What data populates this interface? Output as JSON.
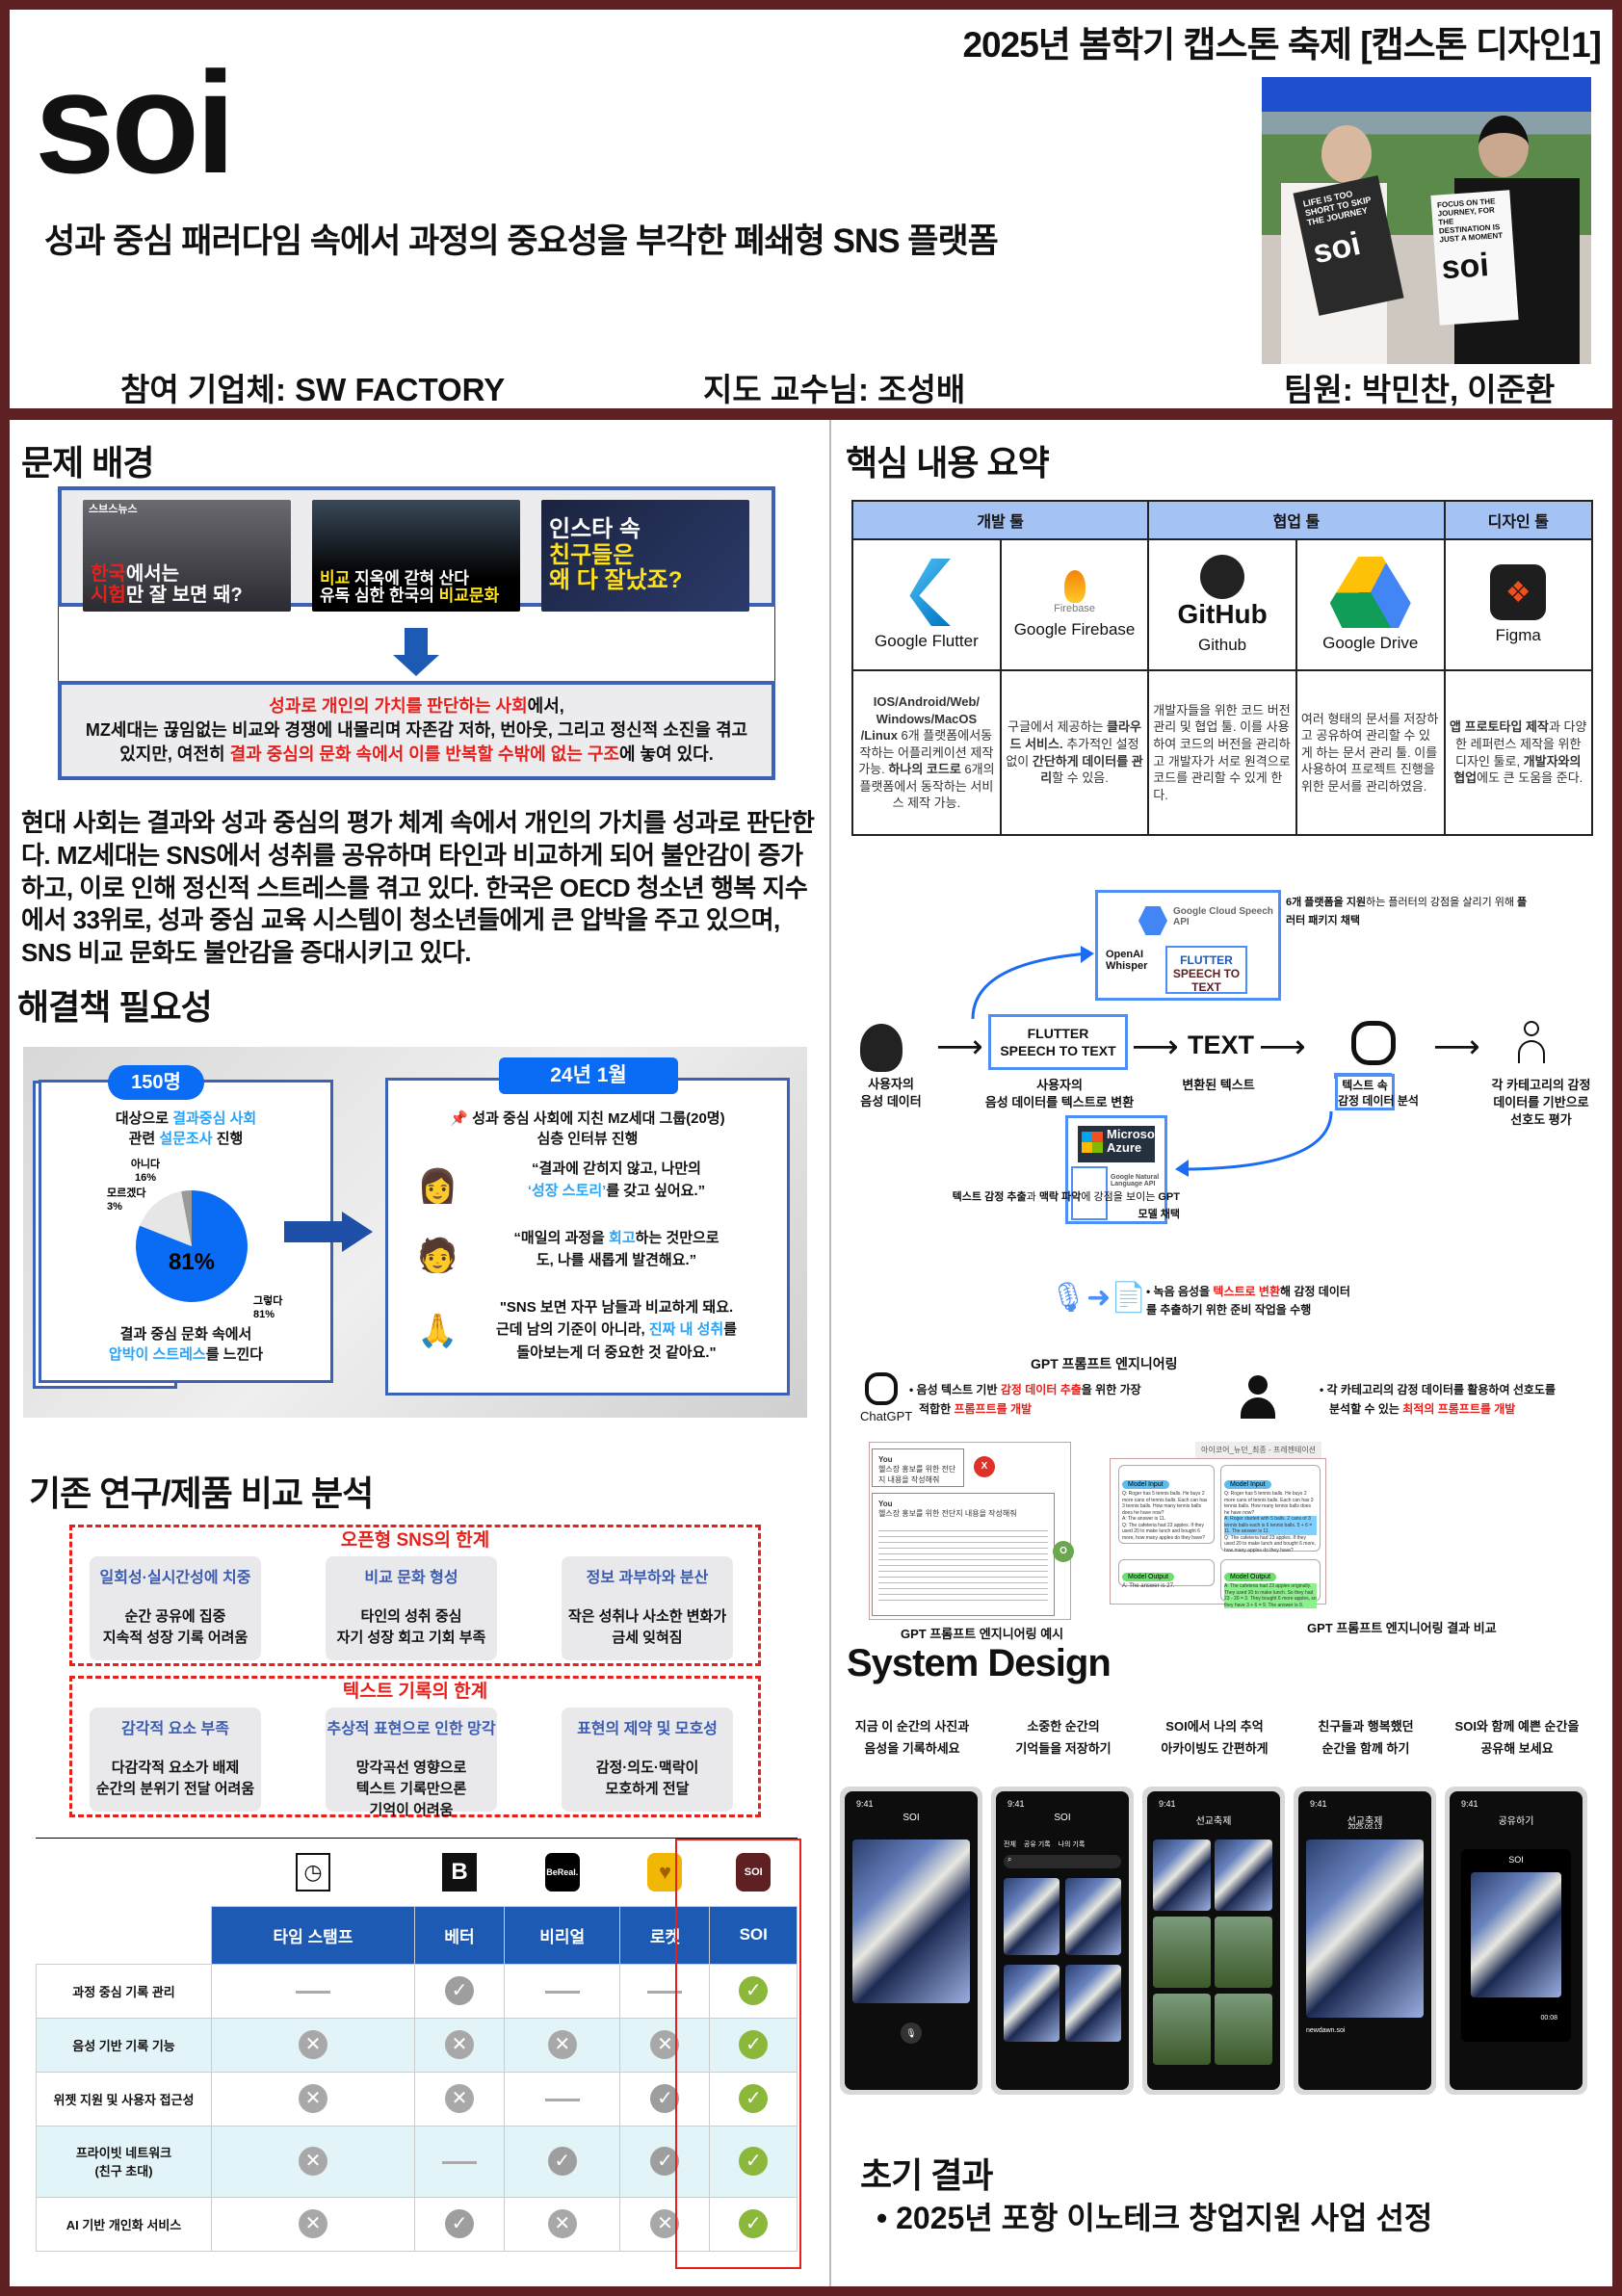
{
  "header": {
    "event": "2025년 봄학기 캡스톤 축제 [캡스톤 디자인1]",
    "logo": "soi",
    "subtitle": "성과 중심 패러다임 속에서 과정의 중요성을 부각한 폐쇄형 SNS 플랫폼",
    "company": "참여 기업체: SW FACTORY",
    "professor": "지도 교수님: 조성배",
    "team": "팀원: 박민찬, 이준환",
    "photo_signs": [
      "LIFE IS TOO SHORT TO SKIP THE JOURNEY",
      "FOCUS ON THE JOURNEY, FOR THE DESTINATION IS JUST A MOMENT"
    ],
    "colors": {
      "frame": "#5e2022",
      "accent_blue": "#1c5ab4",
      "highlight_red": "#e8201c"
    }
  },
  "problem": {
    "title": "문제 배경",
    "thumbnails": [
      {
        "line1": [
          {
            "t": "한국",
            "c": "hl-red"
          },
          {
            "t": "에서는"
          }
        ],
        "line2": [
          {
            "t": "시험",
            "c": "hl-red"
          },
          {
            "t": "만 잘 보면 돼?"
          }
        ],
        "badge": "스브스뉴스"
      },
      {
        "line1": [
          {
            "t": "비교",
            "c": "y"
          },
          {
            "t": " 지옥에 갇혀 산다"
          }
        ],
        "line2": [
          {
            "t": "유독 심한 한국의 "
          },
          {
            "t": "비교문화",
            "c": "y"
          }
        ]
      },
      {
        "line1": [
          {
            "t": "인스타 속"
          }
        ],
        "line2": [
          {
            "t": "친구들은",
            "c": "y"
          }
        ],
        "line3": [
          {
            "t": "왜 다 잘났죠?",
            "c": "y"
          }
        ]
      }
    ],
    "summary_line1": [
      {
        "t": "성과로 개인의 가치를 판단하는 사회",
        "c": "hl-red"
      },
      {
        "t": "에서,"
      }
    ],
    "summary_line2": [
      {
        "t": "MZ세대는 끊임없는 비교와 경쟁에 내몰리며 자존감 저하, 번아웃, 그리고 정신적 소진을 겪고"
      }
    ],
    "summary_line3": [
      {
        "t": "있지만, 여전히 "
      },
      {
        "t": "결과 중심의 문화 속에서 이를 반복할 수밖에 없는 구조",
        "c": "hl-red"
      },
      {
        "t": "에 놓여 있다."
      }
    ],
    "paragraph": "현대 사회는 결과와 성과 중심의 평가 체계 속에서 개인의 가치를 성과로 판단한다. MZ세대는 SNS에서 성취를 공유하며 타인과 비교하게 되어 불안감이 증가하고, 이로 인해 정신적 스트레스를 겪고 있다. 한국은 OECD 청소년 행복 지수에서 33위로, 성과 중심 교육 시스템이 청소년들에게 큰 압박을 주고 있으며, SNS 비교 문화도 불안감을 증대시키고 있다."
  },
  "need": {
    "title": "해결책 필요성",
    "survey": {
      "badge": "150명",
      "desc1": [
        {
          "t": "대상으로 "
        },
        {
          "t": "결과중심 사회",
          "c": "hl-blue"
        }
      ],
      "desc2": [
        {
          "t": "관련 "
        },
        {
          "t": "설문조사",
          "c": "hl-blue"
        },
        {
          "t": " 진행"
        }
      ],
      "foot1": [
        {
          "t": "결과 중심 문화 속에서"
        }
      ],
      "foot2": [
        {
          "t": "압박이 스트레스",
          "c": "hl-blue"
        },
        {
          "t": "를 느낀다"
        }
      ],
      "center_label": "81%"
    },
    "interview": {
      "badge": "24년 1월",
      "head1": "📌 성과 중심 사회에 지친 MZ세대 그룹(20명)",
      "head2": "심층 인터뷰 진행",
      "quotes": [
        {
          "l1": [
            {
              "t": "“결과에 갇히지 않고, 나만의"
            }
          ],
          "l2": [
            {
              "t": "‘성장 스토리’",
              "c": "hl-blue"
            },
            {
              "t": "를 갖고 싶어요.”"
            }
          ]
        },
        {
          "l1": [
            {
              "t": "“매일의 과정을 "
            },
            {
              "t": "회고",
              "c": "hl-blue"
            },
            {
              "t": "하는 것만으로"
            }
          ],
          "l2": [
            {
              "t": "도, 나를 새롭게 발견해요.”"
            }
          ]
        },
        {
          "l1": [
            {
              "t": "\"SNS 보면 자꾸 남들과 비교하게 돼요."
            }
          ],
          "l2": [
            {
              "t": "근데 남의 기준이 아니라, "
            },
            {
              "t": "진짜 내 성취",
              "c": "hl-blue"
            },
            {
              "t": "를"
            }
          ],
          "l3": [
            {
              "t": "돌아보는게 더 중요한 것 같아요.\""
            }
          ]
        }
      ]
    }
  },
  "chart_data": {
    "type": "pie",
    "categories": [
      "그렇다",
      "아니다",
      "모르겠다"
    ],
    "values": [
      81,
      16,
      3
    ],
    "labels": [
      "그렇다 81%",
      "아니다 16%",
      "모르겠다 3%"
    ],
    "colors": [
      "#0a6cf5",
      "#e6e6e6",
      "#9a9a9a"
    ]
  },
  "comparison": {
    "title": "기존 연구/제품 비교 분석",
    "groups": [
      {
        "title": "오픈형 SNS의 한계",
        "cards": [
          {
            "head": "일회성·실시간성에 치중",
            "body": [
              "순간 공유에 집중",
              "지속적 성장 기록 어려움"
            ]
          },
          {
            "head": "비교 문화 형성",
            "body": [
              "타인의 성취 중심",
              "자기 성장 회고 기회 부족"
            ]
          },
          {
            "head": "정보 과부하와 분산",
            "body": [
              "작은 성취나 사소한 변화가",
              "금세 잊혀짐"
            ]
          }
        ]
      },
      {
        "title": "텍스트 기록의 한계",
        "cards": [
          {
            "head": "감각적 요소 부족",
            "body": [
              "다감각적 요소가 배제",
              "순간의 분위기 전달 어려움"
            ]
          },
          {
            "head": "추상적 표현으로 인한 망각",
            "body": [
              "망각곡선 영향으로",
              "텍스트 기록만으론",
              "기억이 어려움"
            ]
          },
          {
            "head": "표현의 제약 및 모호성",
            "body": [
              "감정·의도·맥락이",
              "모호하게 전달"
            ]
          }
        ]
      }
    ],
    "apps": [
      {
        "name": "타임 스탬프",
        "icon": "clock-icon"
      },
      {
        "name": "베터",
        "icon": "b-logo-icon",
        "logo": "B"
      },
      {
        "name": "비리얼",
        "icon": "bereal-logo-icon",
        "logo": "BeReal."
      },
      {
        "name": "로켓",
        "icon": "heart-logo-icon",
        "logo": "♥"
      },
      {
        "name": "SOI",
        "icon": "soi-logo-icon",
        "logo": "SOI"
      }
    ],
    "rows": [
      {
        "feature": "과정 중심 기록 관리",
        "v": [
          "none",
          "check",
          "none",
          "none",
          "check"
        ]
      },
      {
        "feature": "음성 기반 기록 기능",
        "v": [
          "x",
          "x",
          "x",
          "x",
          "check"
        ]
      },
      {
        "feature": "위젯 지원 및 사용자 접근성",
        "v": [
          "x",
          "x",
          "none",
          "check",
          "check"
        ]
      },
      {
        "feature": "프라이빗 네트워크\n(친구 초대)",
        "v": [
          "x",
          "none",
          "check",
          "check",
          "check"
        ]
      },
      {
        "feature": "AI 기반 개인화 서비스",
        "v": [
          "x",
          "check",
          "x",
          "x",
          "check"
        ]
      }
    ]
  },
  "summary": {
    "title": "핵심 내용 요약",
    "groups": [
      "개발 툴",
      "협업 툴",
      "디자인 툴"
    ],
    "tools": [
      {
        "name": "Google Flutter",
        "desc": [
          {
            "t": "IOS/Android/Web/ Windows/MacOS /Linux",
            "c": "hl-b"
          },
          {
            "t": " 6개 플랫폼에서동작하는 어플리케이션 제작 가능. "
          },
          {
            "t": "하나의 코드로",
            "c": "hl-b"
          },
          {
            "t": " 6개의 플랫폼에서 동작하는 서비스 제작 가능."
          }
        ]
      },
      {
        "name": "Google Firebase",
        "logo_text": "Firebase",
        "desc": [
          {
            "t": "구글에서 제공하는 "
          },
          {
            "t": "클라우드 서비스.",
            "c": "hl-b"
          },
          {
            "t": " 추가적인 설정없이 "
          },
          {
            "t": "간단하게 데이터를 관리",
            "c": "hl-b"
          },
          {
            "t": "할 수 있음."
          }
        ]
      },
      {
        "name": "Github",
        "logo_text": "GitHub",
        "desc": [
          {
            "t": "개발자들을 위한 코드 버전 관리 및 협업 툴. 이를 사용하여 코드의 버전을 관리하고 개발자가 서로 원격으로 코드를 관리할 수 있게 한다."
          }
        ]
      },
      {
        "name": "Google Drive",
        "desc": [
          {
            "t": "여러 형태의 문서를 저장하고 공유하여 관리할 수 있게 하는 문서 관리 툴. 이를 사용하여 프로젝트 진행을 위한 문서를 관리하였음."
          }
        ]
      },
      {
        "name": "Figma",
        "desc": [
          {
            "t": "앱 프로토타입 제작",
            "c": "hl-b"
          },
          {
            "t": "과 다양한 레퍼런스 제작을 위한 디자인 툴로, "
          },
          {
            "t": "개발자와의 협업",
            "c": "hl-b"
          },
          {
            "t": "에도 큰 도움을 준다."
          }
        ]
      }
    ]
  },
  "flow": {
    "stt_options": {
      "google": "Google Cloud Speech API",
      "openai": "OpenAI Whisper",
      "flutter1": "FLUTTER",
      "flutter2": "SPEECH TO TEXT"
    },
    "stt_note": [
      {
        "t": "6개 플랫폼을 지원",
        "c": "hl-b"
      },
      {
        "t": "하는 플러터의 강점을 살리기 위해 "
      },
      {
        "t": "플러터 패키지 채택",
        "c": "hl-b"
      }
    ],
    "steps": [
      {
        "label": "사용자의\n음성 데이터"
      },
      {
        "box1": "FLUTTER",
        "box2": "SPEECH TO TEXT",
        "label": "사용자의\n음성 데이터를 텍스트로 변환"
      },
      {
        "box1": "TEXT",
        "label": "변환된 텍스트"
      },
      {
        "label": "텍스트 속\n감정 데이터 분석"
      },
      {
        "label": "각 카테고리의 감정\n데이터를 기반으로\n선호도 평가"
      }
    ],
    "nlp_options": {
      "azure1": "Microsoft",
      "azure2": "Azure",
      "google": "Google Natural Language API"
    },
    "nlp_note": [
      {
        "t": "텍스트 감정 추출",
        "c": "hl-b"
      },
      {
        "t": "과 "
      },
      {
        "t": "맥락 파악",
        "c": "hl-b"
      },
      {
        "t": "에 강점을 보이는 "
      },
      {
        "t": "GPT 모델 채택",
        "c": "hl-b"
      }
    ],
    "conversion_note1": [
      {
        "t": "• 녹음 음성을 "
      },
      {
        "t": "텍스트로 변환",
        "c": "hl-red"
      },
      {
        "t": "해 감정 데이터"
      }
    ],
    "conversion_note2": [
      {
        "t": "를 추출하기 위한 준비 작업을 수행"
      }
    ]
  },
  "gpt": {
    "title": "GPT 프롬프트 엔지니어링",
    "chatgpt": "ChatGPT",
    "left1": [
      {
        "t": "• 음성 텍스트 기반 "
      },
      {
        "t": "감정 데이터 추출",
        "c": "hl-red"
      },
      {
        "t": "을 위한 가장"
      }
    ],
    "left2": [
      {
        "t": "적합한 "
      },
      {
        "t": "프롬프트를 개발",
        "c": "hl-red"
      }
    ],
    "right1": [
      {
        "t": "• 각 카테고리의 감정 데이터를 활용하여 선호도를"
      }
    ],
    "right2": [
      {
        "t": "분석할 수 있는 "
      },
      {
        "t": "최적의 프롬프트를 개발",
        "c": "hl-red"
      }
    ],
    "example": {
      "you": "You",
      "prompt": "헬스장 홍보를 위한 전단지 내용을 작성해줘",
      "bad": "X",
      "good": "O",
      "caption": "GPT 프롬프트 엔지니어링 예시"
    },
    "compare": {
      "tab": "아이코어_뉴던_최종 - 프레젠테이션",
      "input": "Model Input",
      "output": "Model Output",
      "q": "Q: Roger has 5 tennis balls. He buys 2 more cans of tennis balls. Each can has 3 tennis balls. How many tennis balls does he have now?",
      "a1": "A: The answer is 11.",
      "a2": "A: Roger started with 5 balls. 2 cans of 3 tennis balls each is 6 tennis balls. 5 + 6 = 11. The answer is 11.",
      "q2": "Q: The cafeteria had 23 apples. If they used 20 to make lunch and bought 6 more, how many apples do they have?",
      "o1": "A: The answer is 27.",
      "o2": "A: The cafeteria had 23 apples originally. They used 20 to make lunch. So they had 23 - 20 = 3. They bought 6 more apples, so they have 3 + 6 = 9. The answer is 9.",
      "caption": "GPT 프롬프트 엔지니어링 결과 비교"
    }
  },
  "system": {
    "title": "System Design",
    "screens": [
      {
        "cap1": "지금 이 순간의 사진과",
        "cap2": "음성을 기록하세요",
        "time": "9:41",
        "name": "SOI"
      },
      {
        "cap1": "소중한 순간의",
        "cap2": "기억들을 저장하기",
        "time": "9:41",
        "name": "SOI",
        "tabs": [
          "전체",
          "공유 기록",
          "나의 기록"
        ]
      },
      {
        "cap1": "SOI에서 나의 추억",
        "cap2": "아카이빙도 간편하게",
        "time": "9:41",
        "name": "선교축제"
      },
      {
        "cap1": "친구들과 행복했던",
        "cap2": "순간을 함께 하기",
        "time": "9:41",
        "name": "선교축제",
        "date": "2025.05.13",
        "user": "newdawn.soi"
      },
      {
        "cap1": "SOI와 함께 예쁜 순간을",
        "cap2": "공유해 보세요",
        "time": "9:41",
        "name": "공유하기",
        "card": "SOI",
        "dur": "00:08"
      }
    ]
  },
  "results": {
    "title": "초기 결과",
    "items": [
      "2025년 포항 이노테크 창업지원 사업 선정"
    ]
  }
}
